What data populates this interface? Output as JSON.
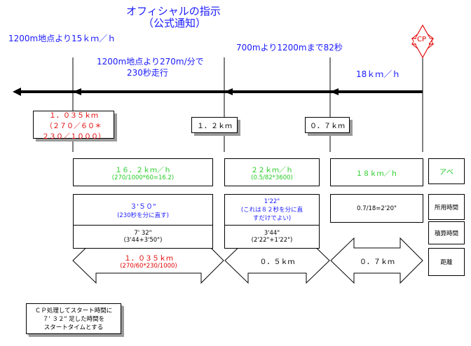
{
  "title": {
    "line1": "オフィシャルの指示",
    "line2": "（公式通知）"
  },
  "annotations": {
    "left_top": "1200m地点より15ｋｍ／ｈ",
    "middle_line1": "1200m地点より270m/分で",
    "middle_line2": "230秒走行",
    "right_top": "700mより1200mまで82秒",
    "right_speed": "18ｋｍ／ｈ"
  },
  "cp_label": "CP",
  "markers": {
    "m1_line1": "１．０３５ｋｍ",
    "m1_line2": "（２７０／６０＊",
    "m1_line3": "２３０／１０００）",
    "m2": "１．２ｋｍ",
    "m3": "０．７ｋｍ"
  },
  "speed_row": {
    "s1": "１６．２ｋｍ／ｈ",
    "s1_formula": "(270/1000*60=16.2)",
    "s2": "２２ｋｍ／ｈ",
    "s2_formula": "(0.5/82*3600)",
    "s3": "１８ｋｍ／ｈ",
    "s4": "アベ"
  },
  "time_row": {
    "t1": "３'５０\"",
    "t1_note": "(230秒を分に直す)",
    "t2_line1": "1'22\"",
    "t2_line2": "(これは８２秒を分に直",
    "t2_line3": "すだけでよい)",
    "t3": "0.7/18=2'20\"",
    "t4": "所用時間"
  },
  "cumulative_row": {
    "c1": "7' 32\"",
    "c1_formula": "(3'44+3'50\")",
    "c2": "3'44\"",
    "c2_formula": "(2'22\"+1'22\")",
    "c4": "積算時間"
  },
  "distance_row": {
    "d1": "１．０３５ｋｍ",
    "d1_formula": "(270/60*230/1000)",
    "d2": "０．５ｋｍ",
    "d3": "０．７ｋｍ",
    "d4": "距離"
  },
  "note": {
    "line1": "ＣＰ処理してスタート時間に",
    "line2": "７' ３２\" 足した時間を",
    "line3": "スタートタイムとする"
  },
  "colors": {
    "blue": "#1a1aff",
    "red": "#e00000",
    "green": "#22cc22",
    "shadow": "#9a9a9a"
  }
}
